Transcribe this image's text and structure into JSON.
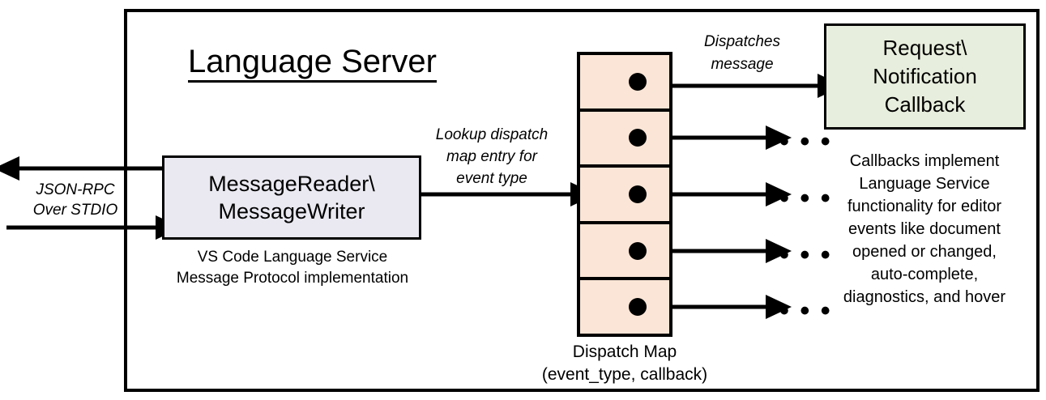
{
  "diagram": {
    "title": "Language Server",
    "colors": {
      "reader_fill": "#eae8f0",
      "dispatch_fill": "#fbe5d6",
      "callback_fill": "#e8eedd",
      "stroke": "#000000",
      "background": "#ffffff"
    },
    "reader": {
      "line1": "MessageReader\\",
      "line2": "MessageWriter",
      "caption_line1": "VS Code Language Service",
      "caption_line2": "Message Protocol implementation"
    },
    "transport": {
      "label_line1": "JSON-RPC",
      "label_line2": "Over STDIO"
    },
    "lookup": {
      "label_line1": "Lookup dispatch",
      "label_line2": "map entry for",
      "label_line3": "event type"
    },
    "dispatch_map": {
      "caption_line1": "Dispatch Map",
      "caption_line2": "(event_type, callback)",
      "cells": [
        {
          "index": 1
        },
        {
          "index": 2
        },
        {
          "index": 3
        },
        {
          "index": 4
        },
        {
          "index": 5
        }
      ]
    },
    "dispatches": {
      "label_line1": "Dispatches",
      "label_line2": "message"
    },
    "callback": {
      "line1": "Request\\",
      "line2": "Notification",
      "line3": "Callback",
      "caption_line1": "Callbacks implement",
      "caption_line2": "Language Service",
      "caption_line3": "functionality for editor",
      "caption_line4": "events like document",
      "caption_line5": "opened or changed,",
      "caption_line6": "auto-complete,",
      "caption_line7": "diagnostics, and hover"
    },
    "ellipses": [
      {
        "text": "• • •"
      },
      {
        "text": "• • •"
      },
      {
        "text": "• • •"
      },
      {
        "text": "• • •"
      }
    ]
  }
}
